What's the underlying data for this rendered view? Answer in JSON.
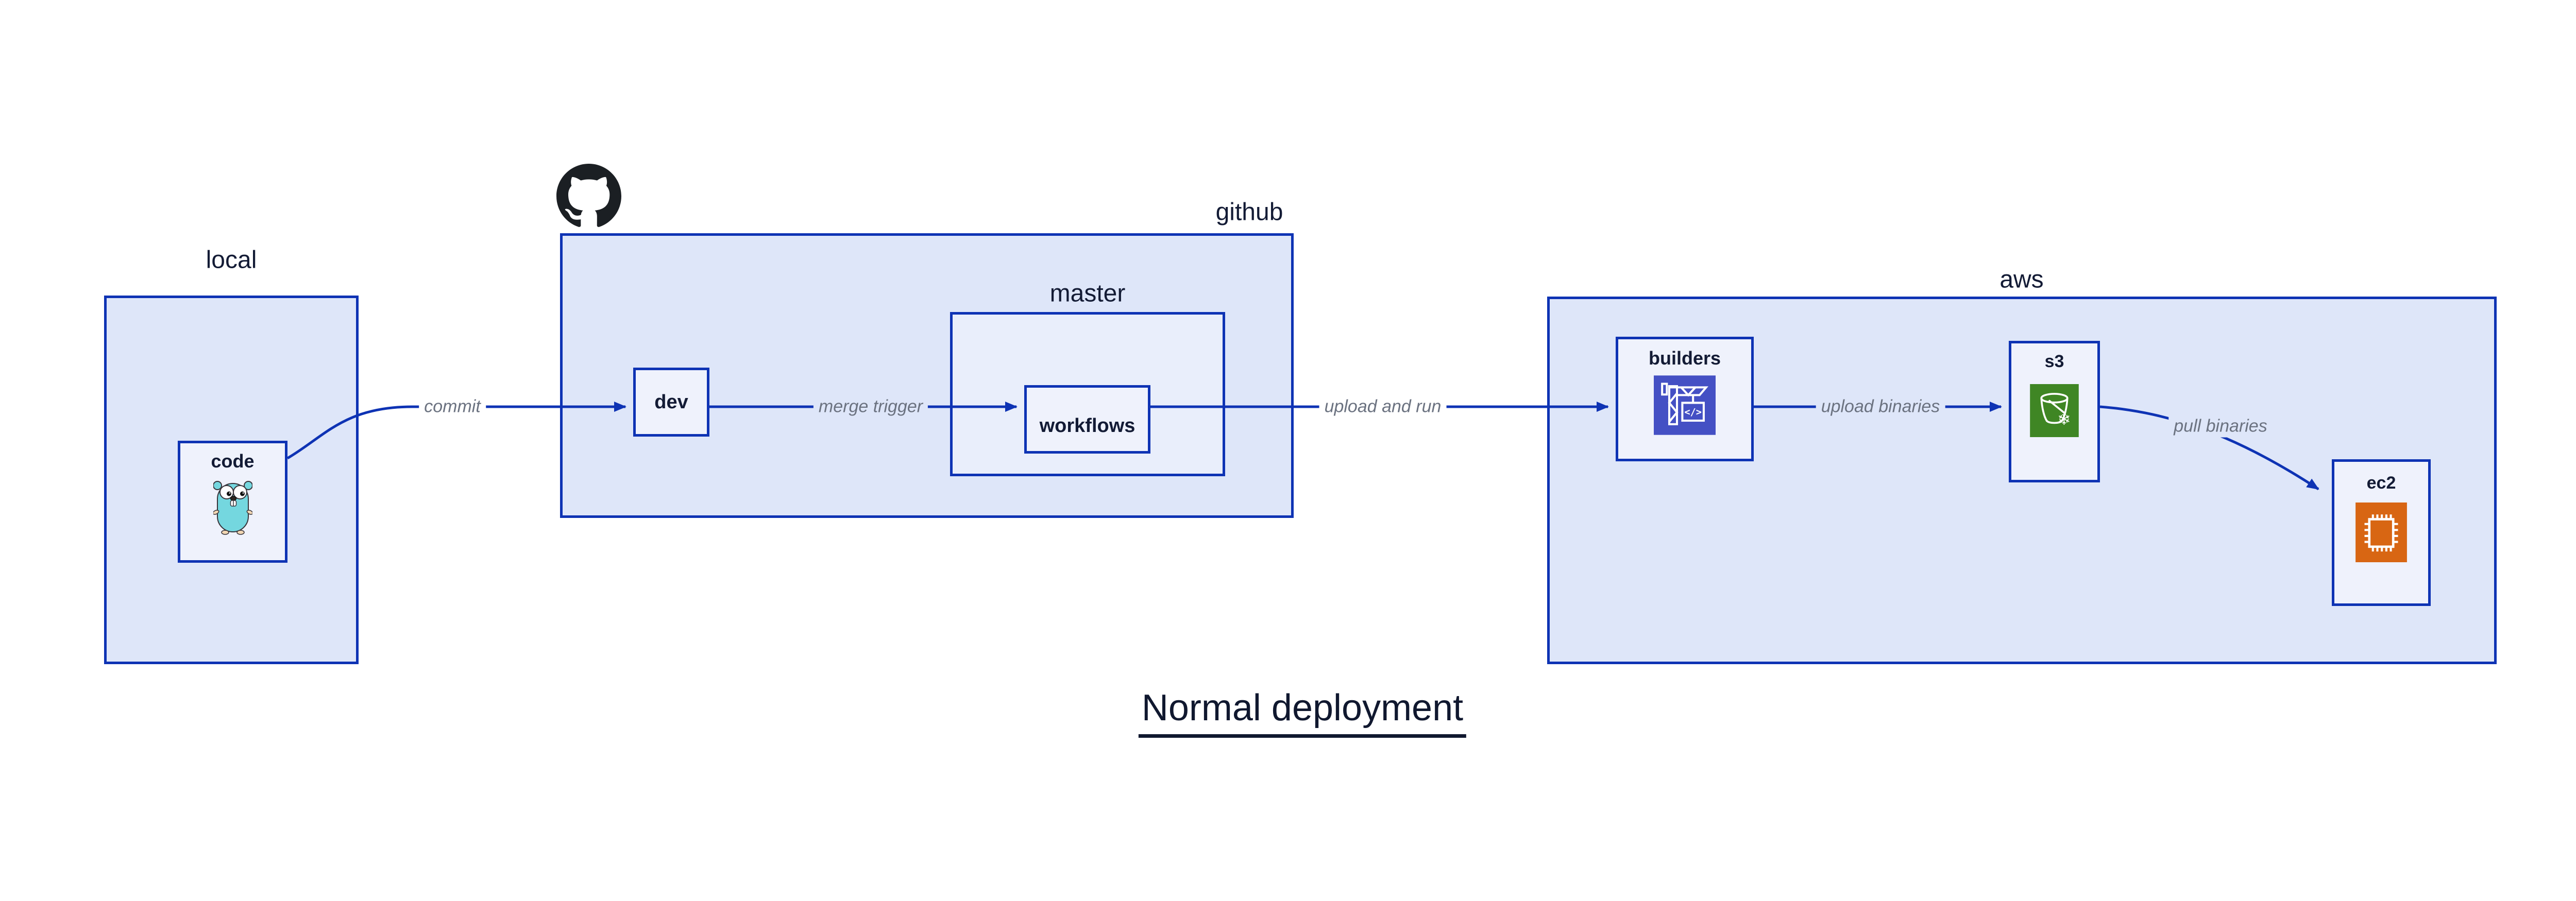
{
  "diagram": {
    "title": "Normal deployment"
  },
  "groups": {
    "local": {
      "label": "local"
    },
    "github": {
      "label": "github"
    },
    "master": {
      "label": "master"
    },
    "aws": {
      "label": "aws"
    }
  },
  "nodes": {
    "code": {
      "label": "code"
    },
    "dev": {
      "label": "dev"
    },
    "workflows": {
      "label": "workflows"
    },
    "builders": {
      "label": "builders"
    },
    "s3": {
      "label": "s3"
    },
    "ec2": {
      "label": "ec2"
    }
  },
  "edges": {
    "commit": {
      "label": "commit"
    },
    "merge_trigger": {
      "label": "merge trigger"
    },
    "upload_and_run": {
      "label": "upload and run"
    },
    "upload_binaries": {
      "label": "upload binaries"
    },
    "pull_binaries": {
      "label": "pull binaries"
    }
  },
  "icons": {
    "github_logo": "github-octocat-mark",
    "code_mascot": "go-gopher",
    "builders_icon": "aws-codebuild-crane",
    "s3_icon": "aws-s3-bucket-snowflake",
    "ec2_icon": "aws-ec2-chip",
    "codebuild_code_glyph": "</>",
    "s3_snowflake_glyph": "❄"
  },
  "colors": {
    "group_fill": "#dee6f9",
    "subgroup_fill": "#e9eefb",
    "node_fill": "#eff2fc",
    "stroke_blue": "#0e33b4",
    "text_navy": "#131b35",
    "edge_label_gray": "#6b7280",
    "codebuild_indigo": "#4450c4",
    "s3_green": "#3f8624",
    "ec2_orange": "#d86613",
    "gopher_teal": "#74d7df",
    "github_black": "#1b1f23"
  }
}
